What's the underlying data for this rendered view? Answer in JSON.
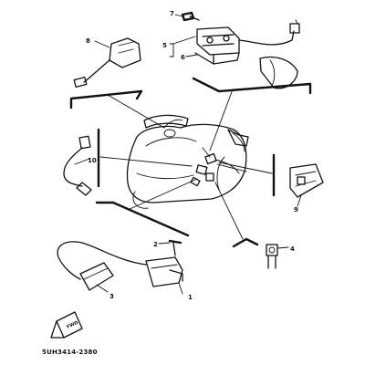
{
  "callouts": {
    "n1": "1",
    "n2": "2",
    "n3": "3",
    "n4": "4",
    "n5": "5",
    "n6": "6",
    "n7": "7",
    "n8": "8",
    "n9": "9",
    "n10": "10"
  },
  "diagram_code": "5UH3414-2380",
  "front_arrow_label": "FWD",
  "colors": {
    "ink": "#111111",
    "background": "#ffffff"
  }
}
